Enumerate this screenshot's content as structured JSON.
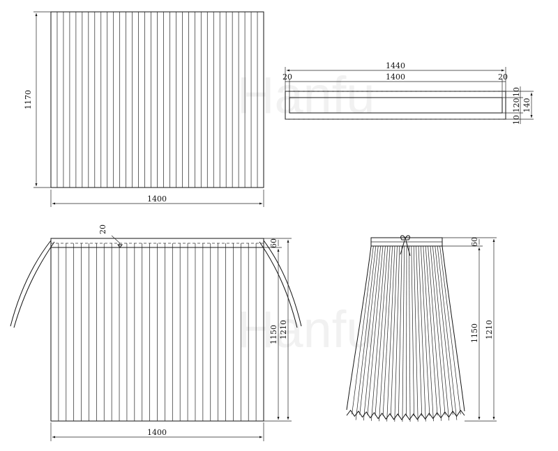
{
  "watermark": "Hanfu",
  "panel_top": {
    "width": "1400",
    "height": "1170"
  },
  "waistband": {
    "total": "1440",
    "inner": "1400",
    "seam_left": "20",
    "seam_right": "20",
    "top": "10",
    "band": "120",
    "bottom": "10",
    "overall": "140"
  },
  "flat_skirt": {
    "tie": "20",
    "width": "1400",
    "band": "60",
    "body": "1150",
    "total": "1210"
  },
  "worn_skirt": {
    "band": "60",
    "body": "1150",
    "total": "1210"
  }
}
